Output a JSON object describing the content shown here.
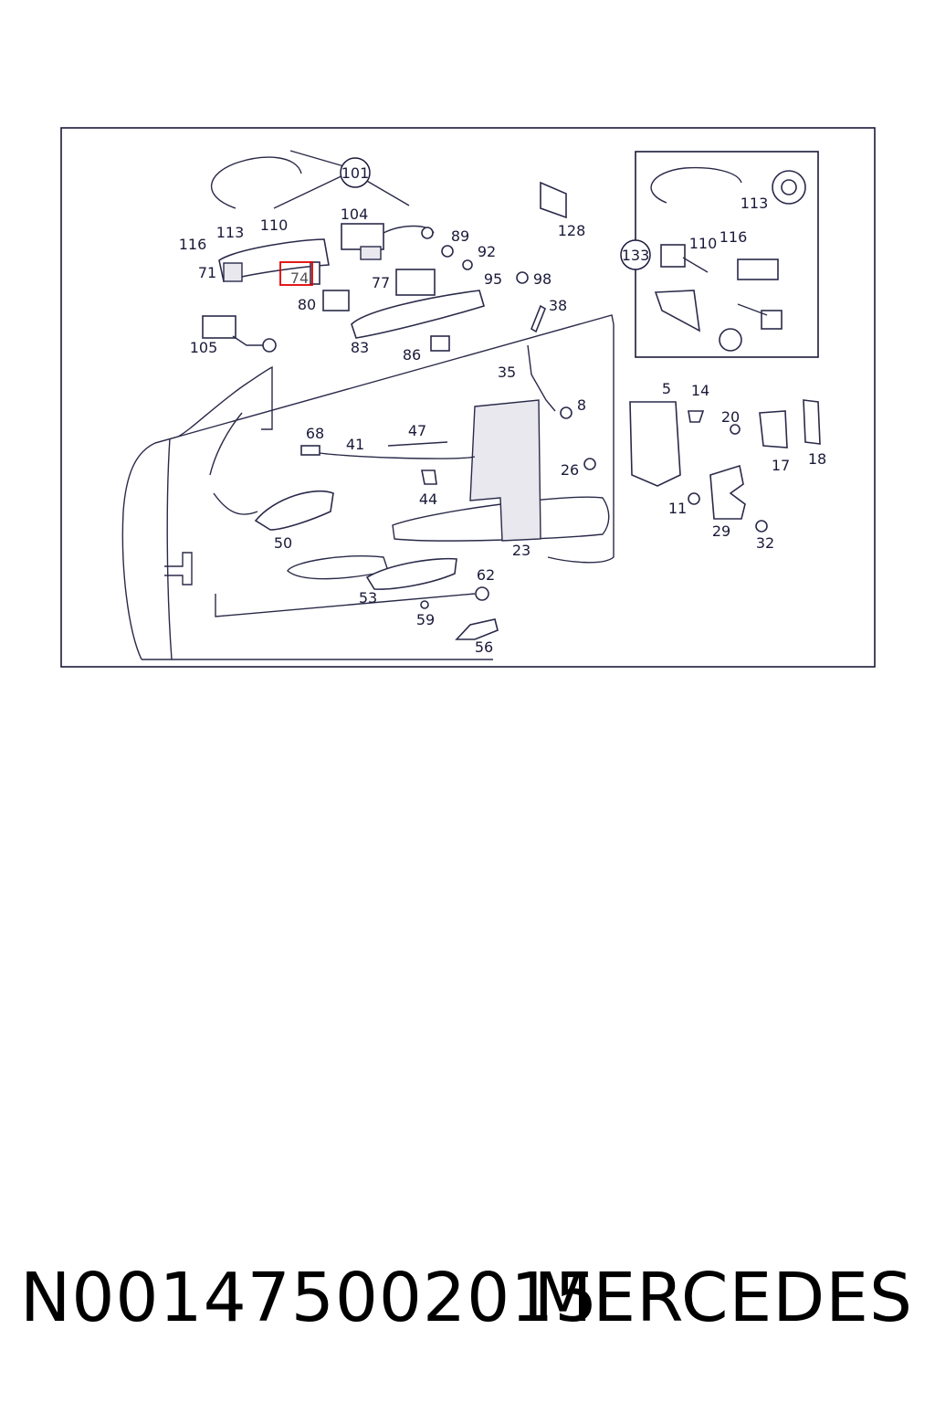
{
  "diagram": {
    "callouts": [
      "101",
      "104",
      "89",
      "92",
      "128",
      "113",
      "110",
      "116",
      "71",
      "74",
      "77",
      "95",
      "98",
      "80",
      "38",
      "105",
      "83",
      "86",
      "35",
      "5",
      "14",
      "8",
      "20",
      "68",
      "47",
      "41",
      "26",
      "17",
      "18",
      "44",
      "11",
      "29",
      "50",
      "23",
      "32",
      "62",
      "53",
      "59",
      "56"
    ],
    "inset_callouts": [
      "133",
      "113",
      "110",
      "116"
    ],
    "highlighted_part": "74"
  },
  "footer": {
    "part_number": "N001475002015",
    "brand": "MERCEDES"
  }
}
